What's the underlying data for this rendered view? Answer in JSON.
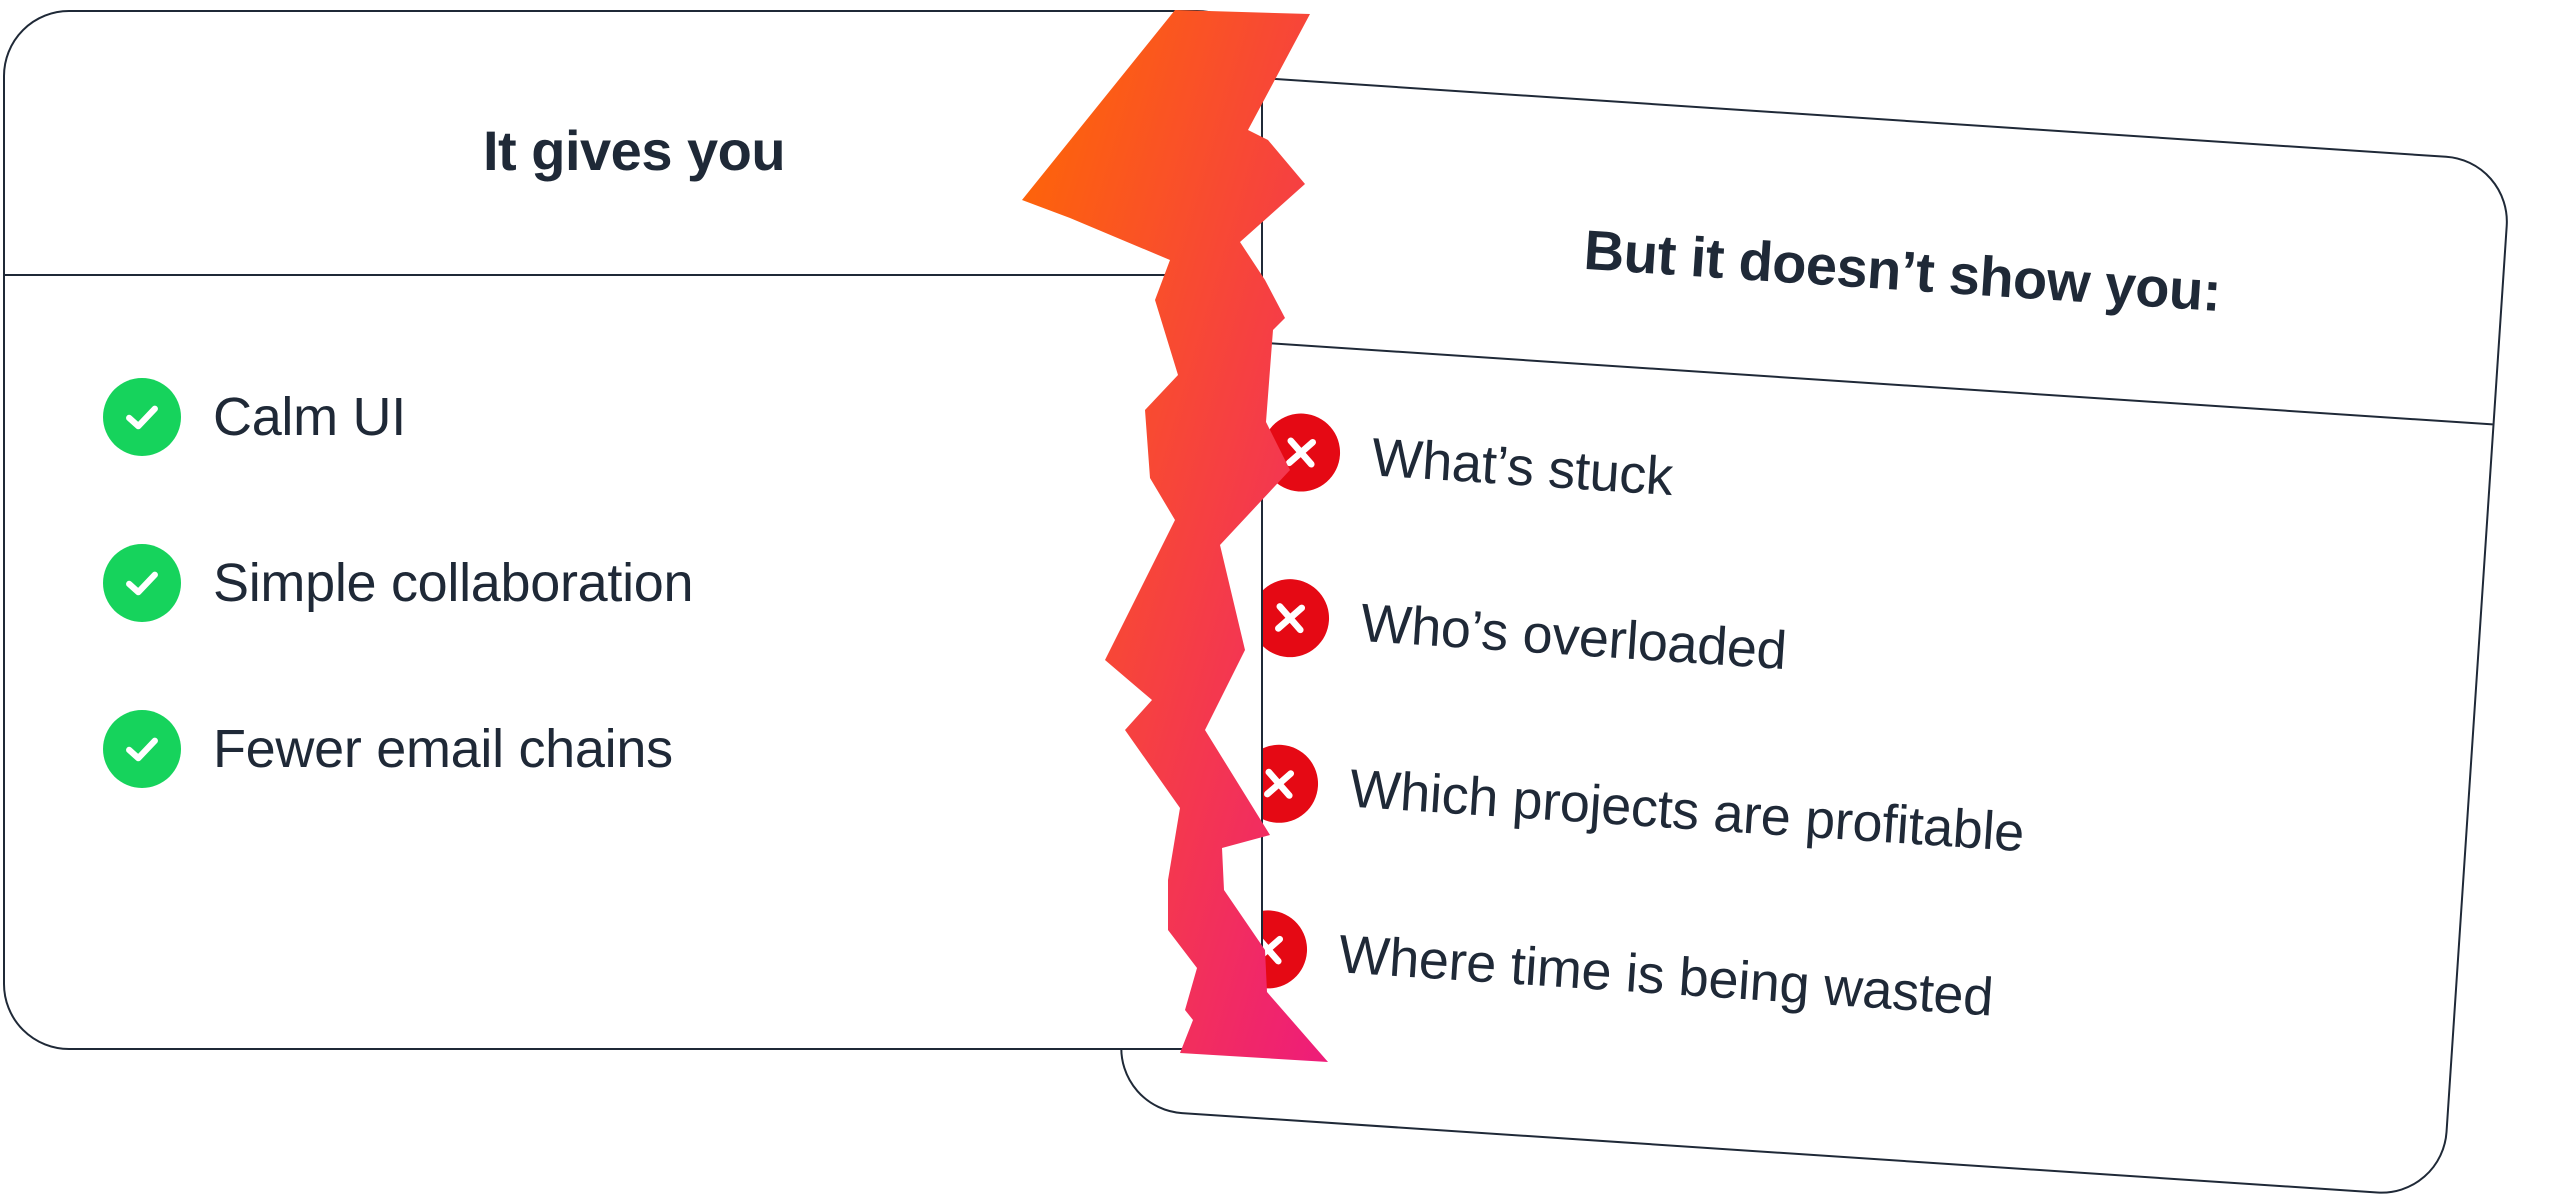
{
  "colors": {
    "check": "#16d35c",
    "cross": "#e50914",
    "tear_start": "#ff6a00",
    "tear_end": "#ee1c7a",
    "ink": "#1f2937"
  },
  "left_card": {
    "title": "It gives you",
    "items": [
      {
        "label": "Calm UI",
        "icon": "check-icon"
      },
      {
        "label": "Simple collaboration",
        "icon": "check-icon"
      },
      {
        "label": "Fewer email chains",
        "icon": "check-icon"
      }
    ]
  },
  "right_card": {
    "title": "But it doesn’t show you:",
    "items": [
      {
        "label": "What’s stuck",
        "icon": "cross-icon"
      },
      {
        "label": "Who’s overloaded",
        "icon": "cross-icon"
      },
      {
        "label": "Which projects are profitable",
        "icon": "cross-icon"
      },
      {
        "label": "Where time is being wasted",
        "icon": "cross-icon"
      }
    ]
  }
}
